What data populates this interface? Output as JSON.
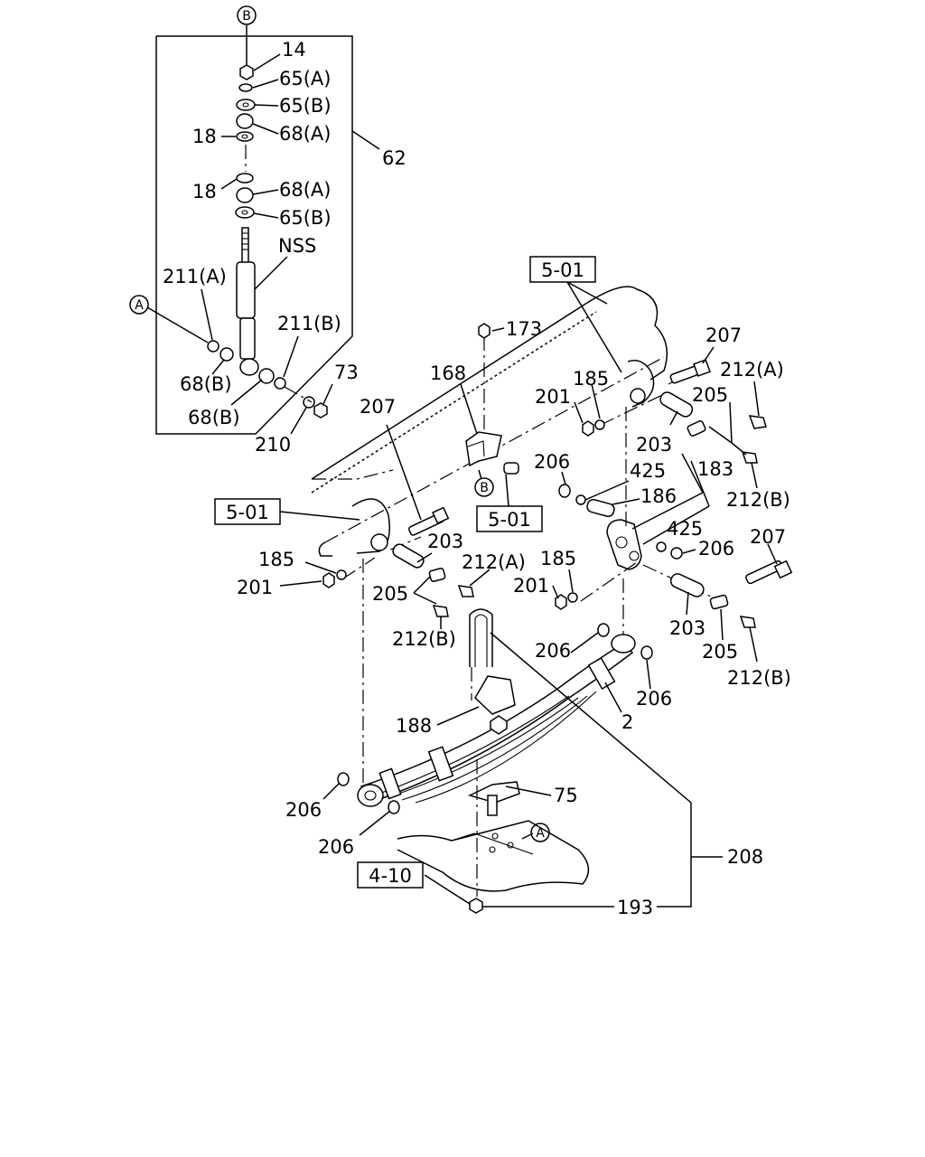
{
  "labels": {
    "p14": "14",
    "p65a_1": "65(A)",
    "p65b_1": "65(B)",
    "p18_1": "18",
    "p68a_1": "68(A)",
    "p62": "62",
    "p18_2": "18",
    "p68a_2": "68(A)",
    "p65b_2": "65(B)",
    "nss": "NSS",
    "p211a": "211(A)",
    "p211b": "211(B)",
    "p68b_1": "68(B)",
    "p68b_2": "68(B)",
    "p73": "73",
    "p210": "210",
    "p173": "173",
    "p168": "168",
    "p185_1": "185",
    "p201_1": "201",
    "p207_1": "207",
    "p212a_1": "212(A)",
    "p205_1": "205",
    "p203_1": "203",
    "p212b_1": "212(B)",
    "p206_1": "206",
    "p425_1": "425",
    "p183": "183",
    "p186": "186",
    "p425_2": "425",
    "p206_2": "206",
    "p207_2": "207",
    "p207_3": "207",
    "p185_2": "185",
    "p201_2": "201",
    "p203_2": "203",
    "p212a_2": "212(A)",
    "p205_2": "205",
    "p212b_2": "212(B)",
    "p185_3": "185",
    "p201_3": "201",
    "p203_3": "203",
    "p205_3": "205",
    "p212b_3": "212(B)",
    "p206_3": "206",
    "p206_4": "206",
    "p2": "2",
    "p188": "188",
    "p75": "75",
    "p206_5": "206",
    "p206_6": "206",
    "p208": "208",
    "p193": "193"
  },
  "refs": {
    "r501_top": "5-01",
    "r501_left": "5-01",
    "r501_mid": "5-01",
    "r410": "4-10"
  },
  "markers": {
    "b_top": "B",
    "a_left": "A",
    "b_mid": "B",
    "a_bottom": "A"
  }
}
